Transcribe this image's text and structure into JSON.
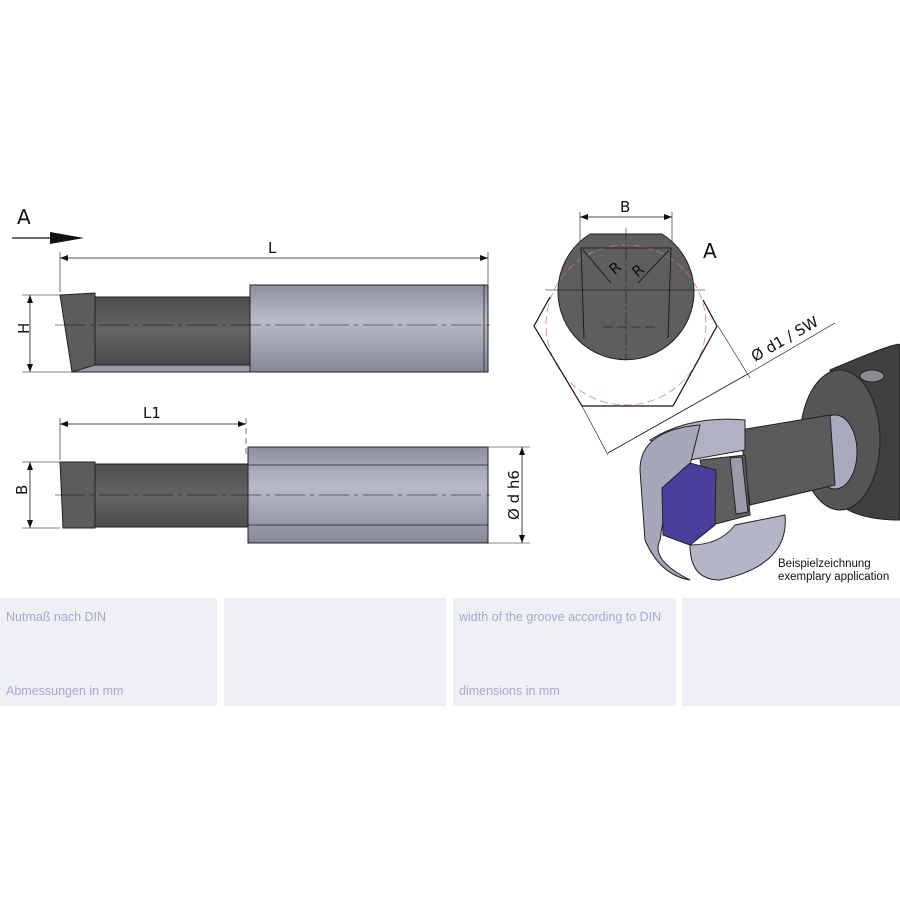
{
  "drawing": {
    "view_arrow_label": "A",
    "length_label": "L",
    "height_label": "H",
    "length1_label": "L1",
    "width_label": "B",
    "diameter_label": "Ø d h6",
    "section_width_label": "B",
    "radius_label_left": "R",
    "radius_label_right": "R",
    "section_view_label": "A",
    "hex_label": "Ø d1 / SW",
    "caption_de": "Beispielzeichnung",
    "caption_en": "exemplary application",
    "colors": {
      "carbide": "#5a5a5c",
      "shank": "#9a9cab",
      "bore": "#4a3f9a"
    }
  },
  "table": {
    "cells": [
      {
        "top": "Nutmaß nach DIN",
        "bottom": "Abmessungen in mm"
      },
      {
        "top": "",
        "bottom": ""
      },
      {
        "top": "width of the groove according to DIN",
        "bottom": "dimensions in mm"
      },
      {
        "top": "",
        "bottom": ""
      }
    ]
  }
}
